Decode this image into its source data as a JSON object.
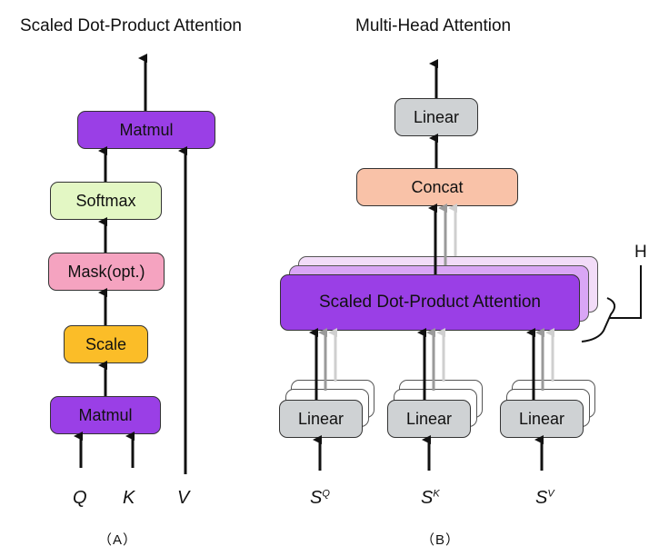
{
  "panel_a": {
    "title": "Scaled Dot-Product Attention",
    "blocks": {
      "matmul_top": "Matmul",
      "softmax": "Softmax",
      "mask": "Mask(opt.)",
      "scale": "Scale",
      "matmul_bottom": "Matmul"
    },
    "inputs": {
      "q": "Q",
      "k": "K",
      "v": "V"
    },
    "caption": "（A）"
  },
  "panel_b": {
    "title": "Multi-Head Attention",
    "blocks": {
      "linear_top": "Linear",
      "concat": "Concat",
      "attention": "Scaled Dot-Product Attention",
      "linear_q": "Linear",
      "linear_k": "Linear",
      "linear_v": "Linear"
    },
    "heads_label": "H",
    "inputs": {
      "q_base": "S",
      "q_sup": "Q",
      "k_base": "S",
      "k_sup": "K",
      "v_base": "S",
      "v_sup": "V"
    },
    "caption": "（B）"
  },
  "colors": {
    "matmul": "#9a3fe6",
    "softmax": "#e3f7c4",
    "mask": "#f5a3c0",
    "scale": "#fbbd28",
    "linear": "#cfd2d4",
    "concat": "#f9c2a8",
    "attention": "#9a3fe6",
    "attention_layer2": "#d9a6f5",
    "attention_layer3": "#f2dcf8"
  }
}
